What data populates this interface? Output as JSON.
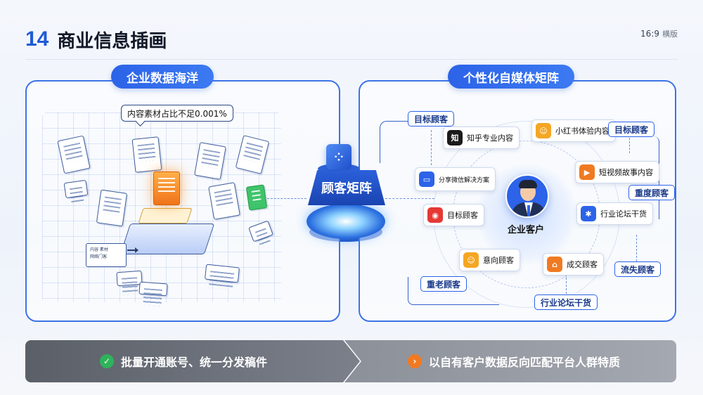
{
  "header": {
    "number": "14",
    "title": "商业信息插画",
    "ratio": "16:9",
    "ratio_suffix": "横版"
  },
  "left_panel": {
    "title": "企业数据海洋",
    "callout": "内容素材占比不足0.001%",
    "small_card_lines": [
      "内容 素材",
      "网络门客"
    ]
  },
  "center": {
    "cube_icon": "grid-icon",
    "label": "顾客矩阵"
  },
  "right_panel": {
    "title": "个性化自媒体矩阵",
    "center_label": "企业客户",
    "chips": [
      {
        "icon_text": "知",
        "label": "知乎专业内容",
        "color": "#1a1a1a"
      },
      {
        "icon_text": "☺",
        "label": "小红书体验内容",
        "color": "#f5a623"
      },
      {
        "icon_text": "▭",
        "label": "分享微信解决方案",
        "color": "#2c63e8"
      },
      {
        "icon_text": "▶",
        "label": "短视频故事内容",
        "color": "#f07a22"
      },
      {
        "icon_text": "◉",
        "label": "目标顾客",
        "color": "#e53935"
      },
      {
        "icon_text": "✱",
        "label": "行业论坛干货",
        "color": "#2c63e8"
      },
      {
        "icon_text": "☺",
        "label": "意向顾客",
        "color": "#f5a623"
      },
      {
        "icon_text": "⌂",
        "label": "成交顾客",
        "color": "#f07a22"
      }
    ],
    "tags": [
      "目标顾客",
      "目标顾客",
      "重度顾客",
      "流失顾客",
      "重老顾客",
      "行业论坛干货"
    ]
  },
  "banners": {
    "left": "批量开通账号、统一分发稿件",
    "right": "以自有客户数据反向匹配平台人群特质"
  },
  "colors": {
    "primary": "#2c63e8",
    "green": "#2fb35a",
    "orange": "#f07a22"
  }
}
